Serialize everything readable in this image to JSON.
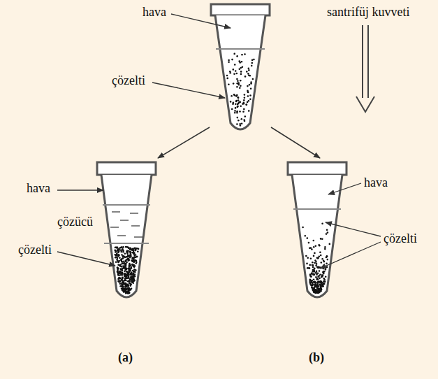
{
  "diagram": {
    "labels": [
      "hava",
      "çözelti",
      "santrifüj kuvveti",
      "hava",
      "çözücü",
      "çözelti",
      "hava",
      "çözelti",
      "(a)",
      "(b)"
    ]
  }
}
